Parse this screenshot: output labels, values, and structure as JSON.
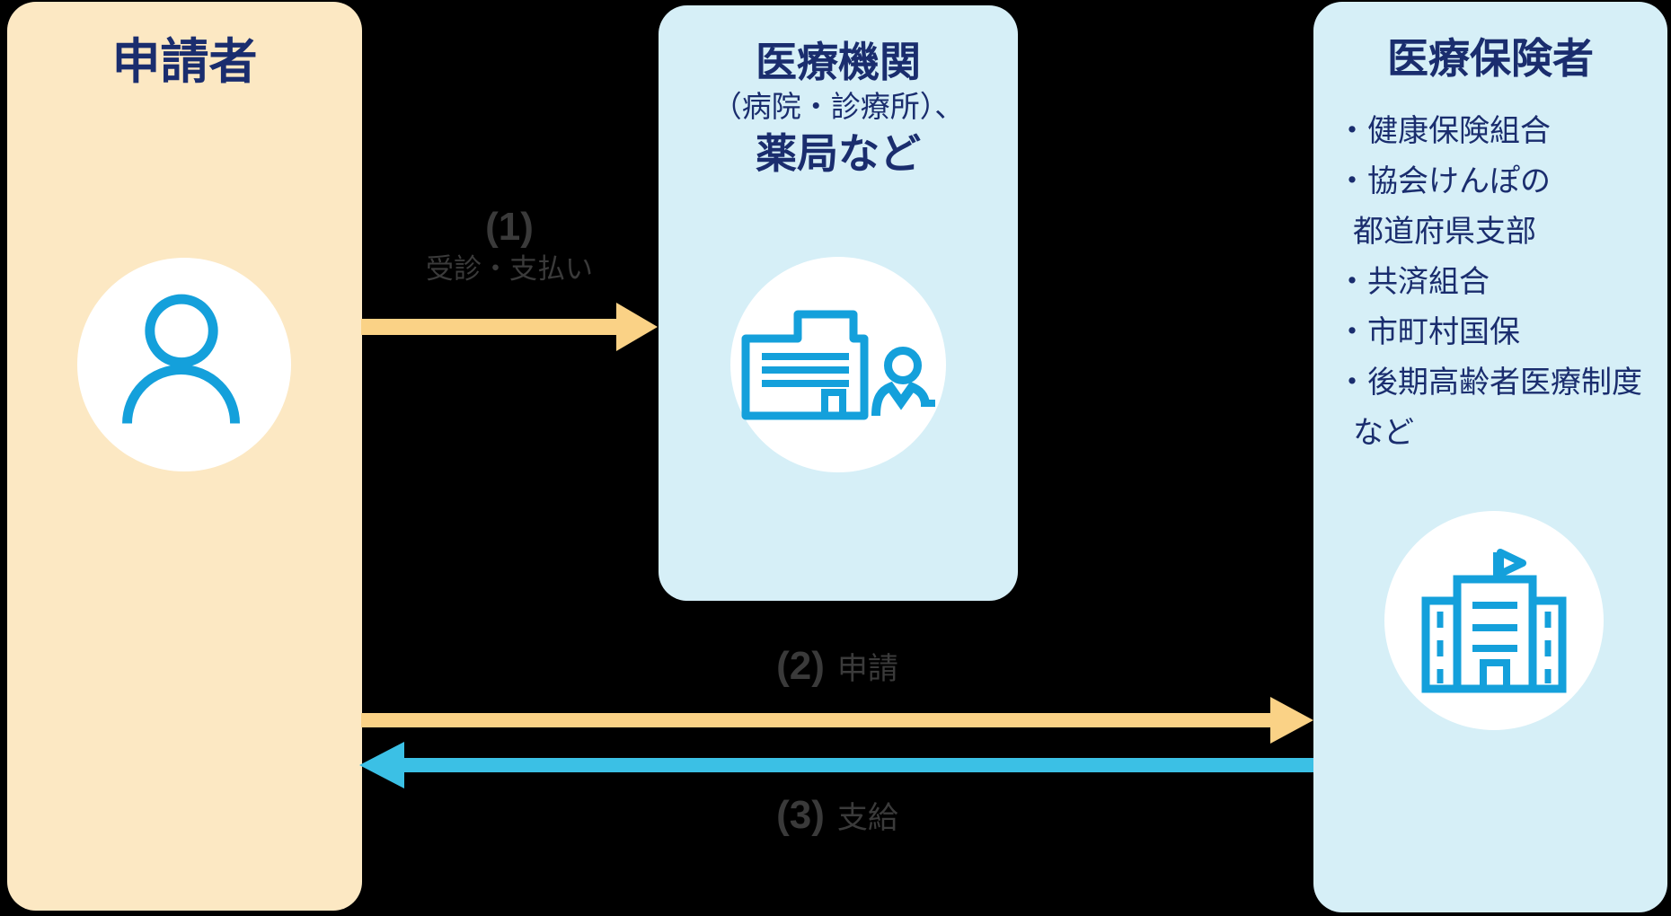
{
  "colors": {
    "panel_cream": "#FCE8C3",
    "panel_light_blue": "#D6EFF7",
    "text_navy": "#1A2D6E",
    "icon_blue": "#14A0DB",
    "arrow_yellow": "#FAD286",
    "arrow_blue": "#3BC0E5",
    "label_gray": "#3A3A3A",
    "icon_circle_white": "#FFFFFF"
  },
  "icons": {
    "applicant": "person-icon",
    "medical": "hospital-doctor-icon",
    "insurer": "building-flag-icon"
  },
  "panels": {
    "applicant": {
      "title": "申請者"
    },
    "medical": {
      "title": "医療機関",
      "subtitle": "（病院・診療所）、",
      "title2": "薬局など"
    },
    "insurer": {
      "title": "医療保険者",
      "lines": [
        {
          "text": "・健康保険組合"
        },
        {
          "text": "・協会けんぽの"
        },
        {
          "text": "都道府県支部"
        },
        {
          "text": "・共済組合"
        },
        {
          "text": "・市町村国保"
        },
        {
          "text": "・後期高齢者医療制度"
        },
        {
          "text": "など"
        }
      ]
    }
  },
  "arrows": {
    "a1": {
      "number": "(1)",
      "label": "受診・支払い",
      "direction": "right",
      "color": "#FAD286"
    },
    "a2": {
      "number": "(2)",
      "label": "申請",
      "direction": "right",
      "color": "#FAD286"
    },
    "a3": {
      "number": "(3)",
      "label": "支給",
      "direction": "left",
      "color": "#3BC0E5"
    }
  }
}
